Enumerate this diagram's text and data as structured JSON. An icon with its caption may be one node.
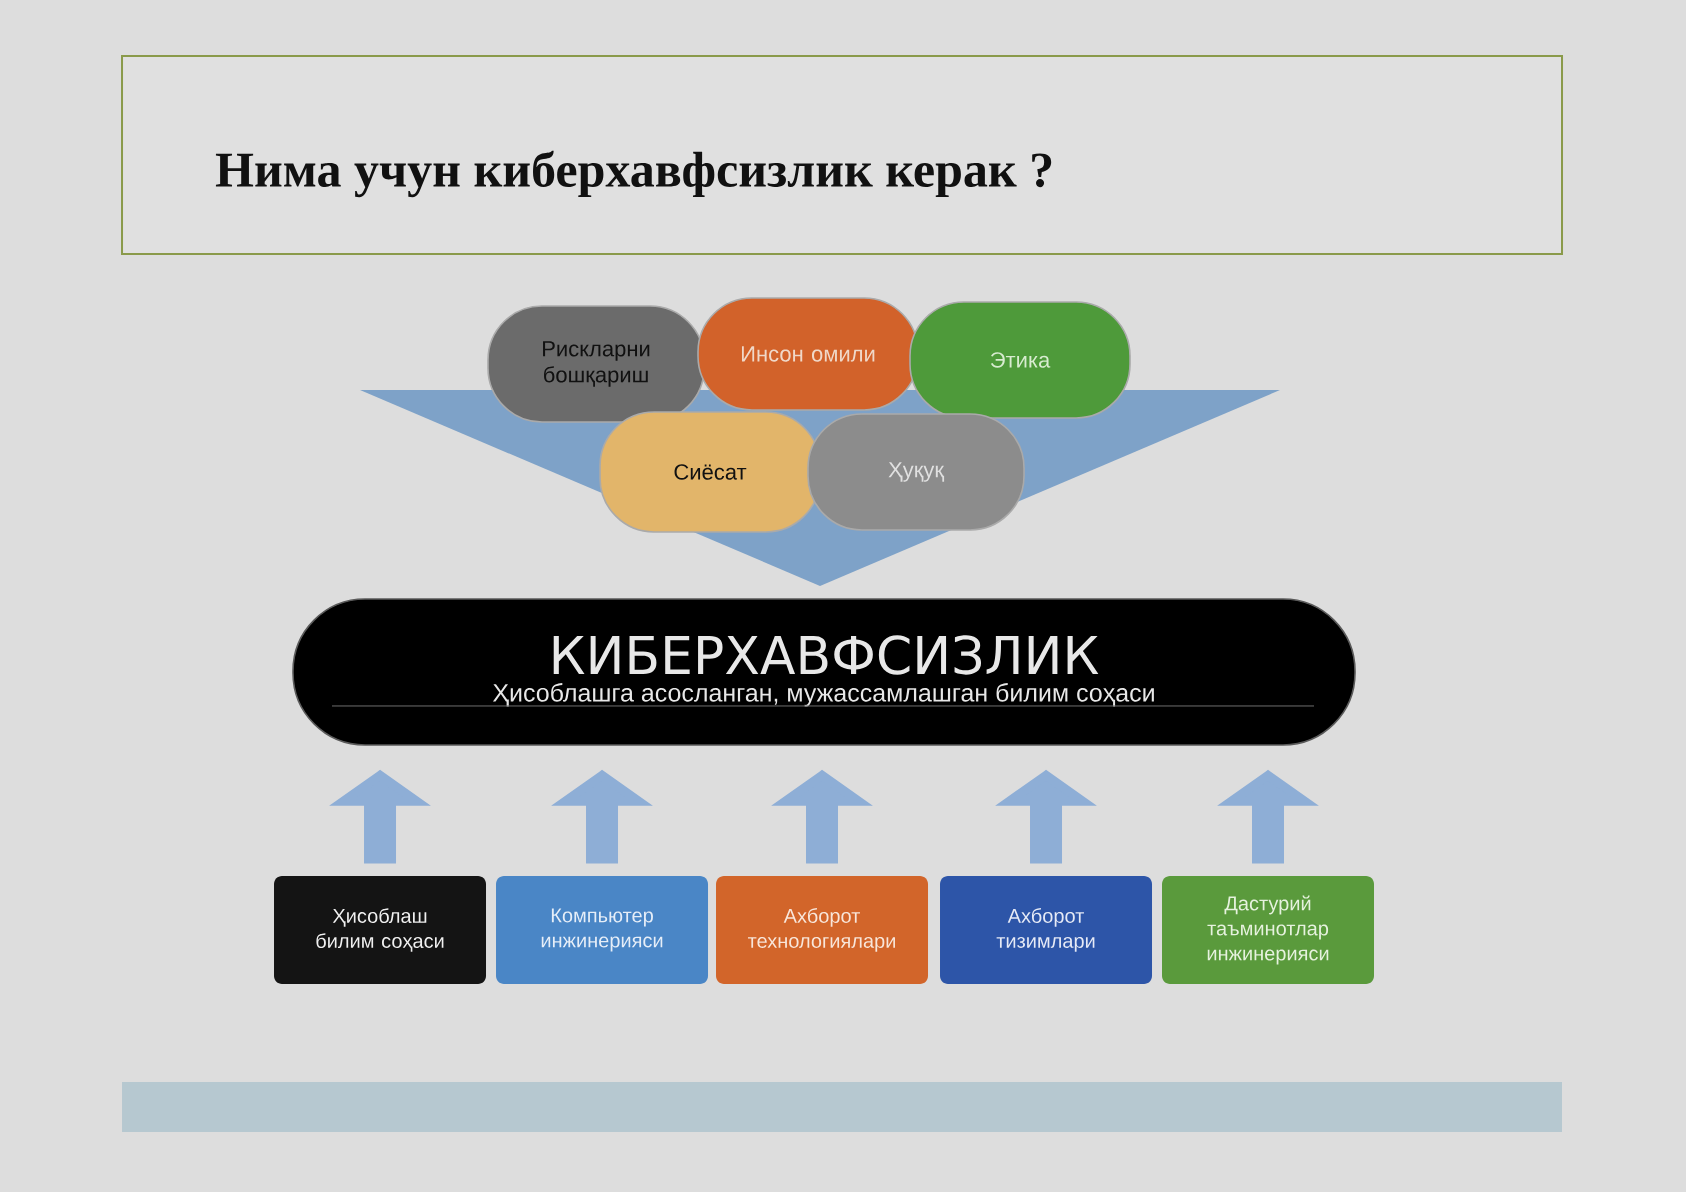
{
  "diagram": {
    "title": "Нима учун киберхавфсизлик керак ?",
    "nodes": [
      {
        "text": [
          "Рискларни бошқариш"
        ]
      },
      {
        "text": [
          "Инсон омили"
        ]
      },
      {
        "text": [
          "Этика"
        ]
      },
      {
        "text": [
          "Сиёсат"
        ]
      },
      {
        "text": [
          "Ҳуқуқ"
        ]
      },
      {
        "text": [
          "КИБЕРХАВФСИЗЛИК",
          "Ҳисоблашга асосланган, мужассамлашган билим соҳаси"
        ]
      },
      {
        "text": [
          "Ҳисоблаш билим соҳаси"
        ]
      },
      {
        "text": [
          "Компьютер инжинерияси"
        ]
      },
      {
        "text": [
          "Ахборот технологиялари"
        ]
      },
      {
        "text": [
          "Ахборот тизимлари"
        ]
      },
      {
        "text": [
          "Дастурий таъминотлар инжинерияси"
        ]
      }
    ],
    "edges": [
      {
        "from": 6,
        "to": 5,
        "arrow": "to"
      },
      {
        "from": 7,
        "to": 5,
        "arrow": "to"
      },
      {
        "from": 8,
        "to": 5,
        "arrow": "to"
      },
      {
        "from": 9,
        "to": 5,
        "arrow": "to"
      },
      {
        "from": 10,
        "to": 5,
        "arrow": "to"
      }
    ]
  }
}
